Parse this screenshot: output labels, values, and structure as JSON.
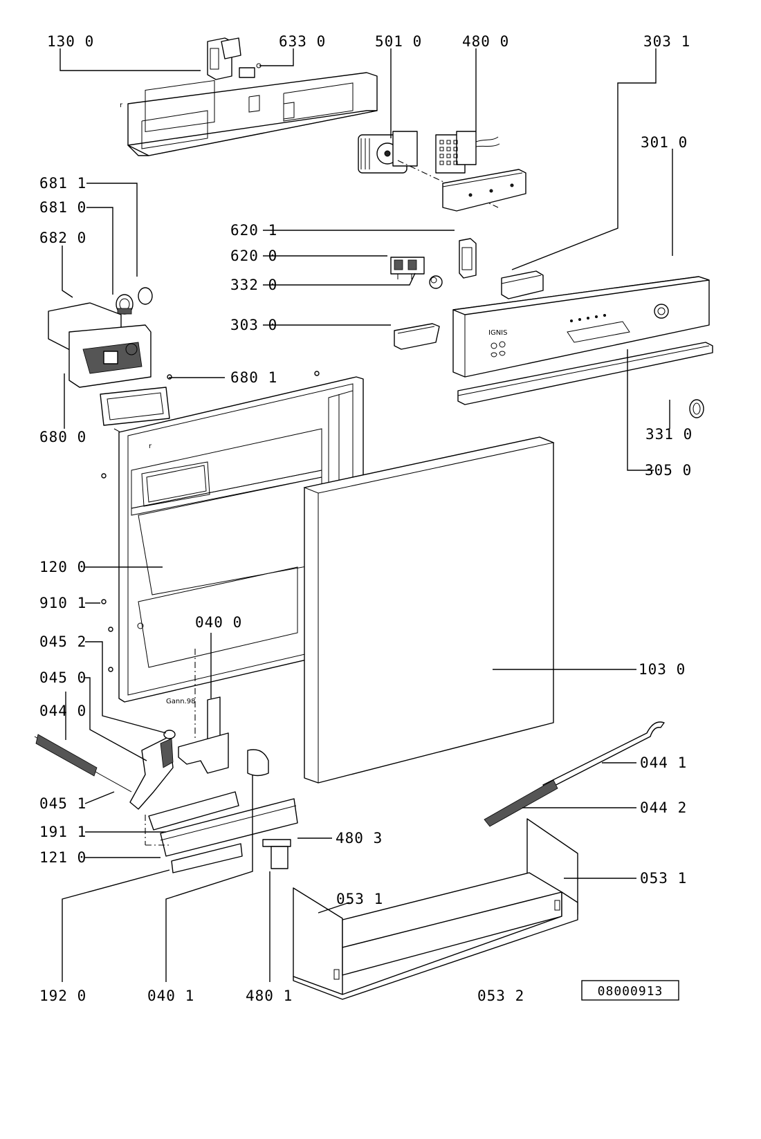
{
  "labels": {
    "l1300": "130 0",
    "l6330": "633 0",
    "l5010": "501 0",
    "l4800": "480 0",
    "l3031": "303 1",
    "l3010": "301 0",
    "l6811": "681 1",
    "l6810": "681 0",
    "l6820": "682 0",
    "l6201": "620 1",
    "l6200": "620 0",
    "l3320": "332 0",
    "l3030": "303 0",
    "l6801": "680 1",
    "l6800": "680 0",
    "l3310": "331 0",
    "l3050": "305 0",
    "l1200": "120 0",
    "l9101": "910 1",
    "l0400": "040 0",
    "l0452": "045 2",
    "l1030": "103 0",
    "l0450": "045 0",
    "l0440": "044 0",
    "l0441": "044 1",
    "l0451": "045 1",
    "l0442": "044 2",
    "l1911": "191 1",
    "l4803": "480 3",
    "l1210": "121 0",
    "l0531a": "053 1",
    "l0531b": "053 1",
    "l1920": "192 0",
    "l0401": "040 1",
    "l4801": "480 1",
    "l0532": "053 2"
  },
  "part_marks": {
    "brand": "IGNIS",
    "date_mark": "Gann.98"
  },
  "drawing_number": "08000913"
}
